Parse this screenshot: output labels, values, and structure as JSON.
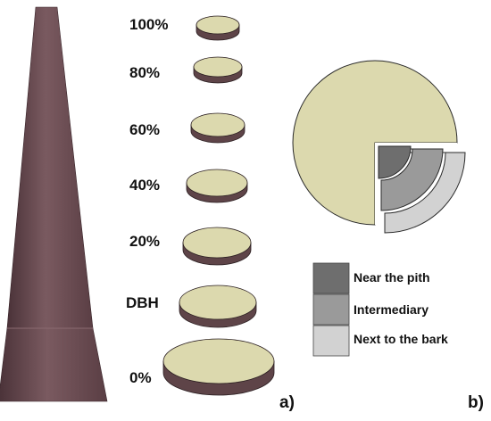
{
  "colors": {
    "trunk_left": "#4a3238",
    "trunk_mid": "#7a5a60",
    "trunk_right": "#5a3e44",
    "disc_top": "#dcd9ae",
    "disc_side": "#5e4448",
    "disc_stroke": "#2a1e20",
    "pith": "#6e6e6e",
    "intermediary": "#9a9a9a",
    "bark": "#d2d2d2"
  },
  "levels": [
    "100%",
    "80%",
    "60%",
    "40%",
    "20%",
    "DBH",
    "0%"
  ],
  "panel_labels": {
    "a": "a)",
    "b": "b)"
  },
  "legend": [
    {
      "label": "Near the pith",
      "color": "#6e6e6e"
    },
    {
      "label": "Intermediary",
      "color": "#9a9a9a"
    },
    {
      "label": "Next to the bark",
      "color": "#d2d2d2"
    }
  ]
}
